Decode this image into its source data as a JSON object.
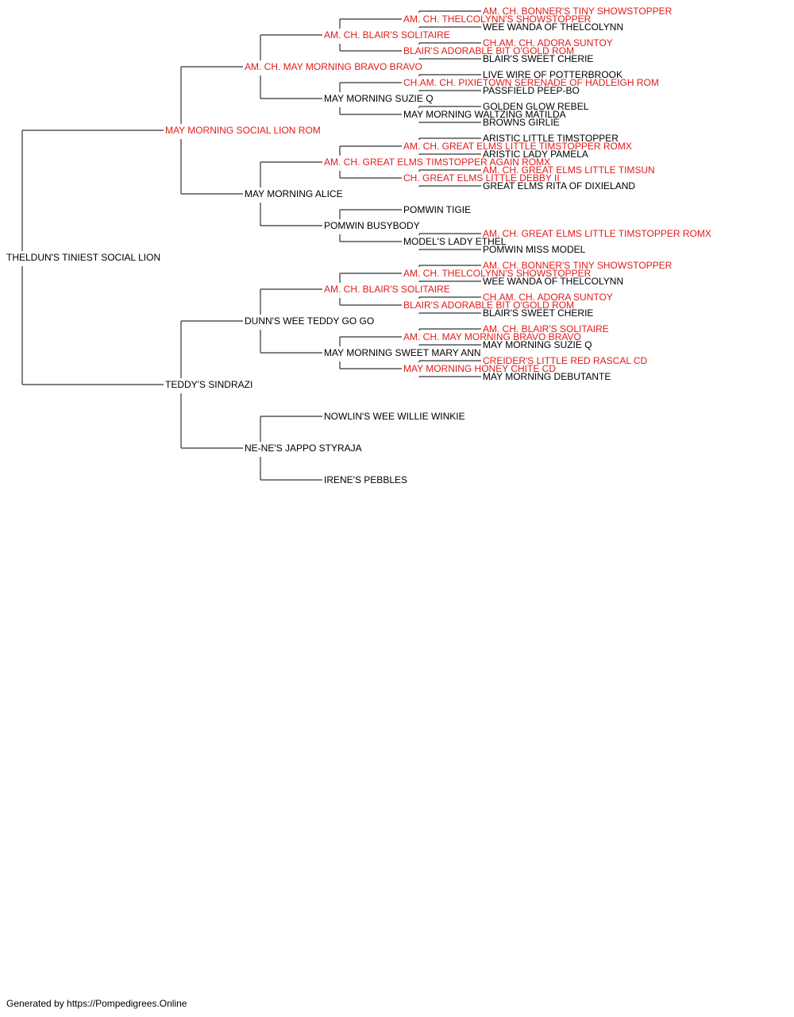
{
  "colors": {
    "champion": "#e41a1a",
    "normal": "#000000",
    "connector": "#333333"
  },
  "footer": "Generated by https://Pompedigrees.Online",
  "pedigree": {
    "name": "THELDUN'S TINIEST SOCIAL LION",
    "champion": false,
    "sire": {
      "name": "MAY MORNING SOCIAL LION ROM",
      "champion": true,
      "sire": {
        "name": "AM. CH. MAY MORNING BRAVO BRAVO",
        "champion": true,
        "sire": {
          "name": "AM. CH. BLAIR'S SOLITAIRE",
          "champion": true,
          "sire": {
            "name": "AM. CH. THELCOLYNN'S SHOWSTOPPER",
            "champion": true,
            "sire": {
              "name": "AM. CH. BONNER'S TINY SHOWSTOPPER",
              "champion": true
            },
            "dam": {
              "name": "WEE WANDA OF THELCOLYNN",
              "champion": false
            }
          },
          "dam": {
            "name": "BLAIR'S ADORABLE BIT O'GOLD ROM",
            "champion": true,
            "sire": {
              "name": "CH.AM. CH. ADORA SUNTOY",
              "champion": true
            },
            "dam": {
              "name": "BLAIR'S SWEET CHERIE",
              "champion": false
            }
          }
        },
        "dam": {
          "name": "MAY MORNING SUZIE Q",
          "champion": false,
          "sire": {
            "name": "CH.AM. CH. PIXIETOWN SERENADE OF HADLEIGH ROM",
            "champion": true,
            "sire": {
              "name": "LIVE WIRE OF POTTERBROOK",
              "champion": false
            },
            "dam": {
              "name": "PASSFIELD PEEP-BO",
              "champion": false
            }
          },
          "dam": {
            "name": "MAY MORNING WALTZING MATILDA",
            "champion": false,
            "sire": {
              "name": "GOLDEN GLOW REBEL",
              "champion": false
            },
            "dam": {
              "name": "BROWNS GIRLIE",
              "champion": false
            }
          }
        }
      },
      "dam": {
        "name": "MAY MORNING ALICE",
        "champion": false,
        "sire": {
          "name": "AM. CH. GREAT ELMS TIMSTOPPER AGAIN ROMX",
          "champion": true,
          "sire": {
            "name": "AM. CH. GREAT ELMS LITTLE TIMSTOPPER ROMX",
            "champion": true,
            "sire": {
              "name": "ARISTIC LITTLE TIMSTOPPER",
              "champion": false
            },
            "dam": {
              "name": "ARISTIC LADY PAMELA",
              "champion": false
            }
          },
          "dam": {
            "name": "CH. GREAT ELMS LITTLE DEBBY II",
            "champion": true,
            "sire": {
              "name": "AM. CH. GREAT ELMS LITTLE TIMSUN",
              "champion": true
            },
            "dam": {
              "name": "GREAT ELMS RITA OF DIXIELAND",
              "champion": false
            }
          }
        },
        "dam": {
          "name": "POMWIN BUSYBODY",
          "champion": false,
          "sire": {
            "name": "POMWIN TIGIE",
            "champion": false
          },
          "dam": {
            "name": "MODEL'S LADY ETHEL",
            "champion": false,
            "sire": {
              "name": "AM. CH. GREAT ELMS LITTLE TIMSTOPPER ROMX",
              "champion": true
            },
            "dam": {
              "name": "POMWIN MISS MODEL",
              "champion": false
            }
          }
        }
      }
    },
    "dam": {
      "name": "TEDDY'S SINDRAZI",
      "champion": false,
      "sire": {
        "name": "DUNN'S WEE TEDDY GO GO",
        "champion": false,
        "sire": {
          "name": "AM. CH. BLAIR'S SOLITAIRE",
          "champion": true,
          "sire": {
            "name": "AM. CH. THELCOLYNN'S SHOWSTOPPER",
            "champion": true,
            "sire": {
              "name": "AM. CH. BONNER'S TINY SHOWSTOPPER",
              "champion": true
            },
            "dam": {
              "name": "WEE WANDA OF THELCOLYNN",
              "champion": false
            }
          },
          "dam": {
            "name": "BLAIR'S ADORABLE BIT O'GOLD ROM",
            "champion": true,
            "sire": {
              "name": "CH.AM. CH. ADORA SUNTOY",
              "champion": true
            },
            "dam": {
              "name": "BLAIR'S SWEET CHERIE",
              "champion": false
            }
          }
        },
        "dam": {
          "name": "MAY MORNING SWEET MARY ANN",
          "champion": false,
          "sire": {
            "name": "AM. CH. MAY MORNING BRAVO BRAVO",
            "champion": true,
            "sire": {
              "name": "AM. CH. BLAIR'S SOLITAIRE",
              "champion": true
            },
            "dam": {
              "name": "MAY MORNING SUZIE Q",
              "champion": false
            }
          },
          "dam": {
            "name": "MAY MORNING HONEY CHITE CD",
            "champion": true,
            "sire": {
              "name": "CREIDER'S LITTLE RED RASCAL CD",
              "champion": true
            },
            "dam": {
              "name": "MAY MORNING DEBUTANTE",
              "champion": false
            }
          }
        }
      },
      "dam": {
        "name": "NE-NE'S JAPPO STYRAJA",
        "champion": false,
        "sire": {
          "name": "NOWLIN'S WEE WILLIE WINKIE",
          "champion": false
        },
        "dam": {
          "name": "IRENE'S PEBBLES",
          "champion": false
        }
      }
    }
  }
}
